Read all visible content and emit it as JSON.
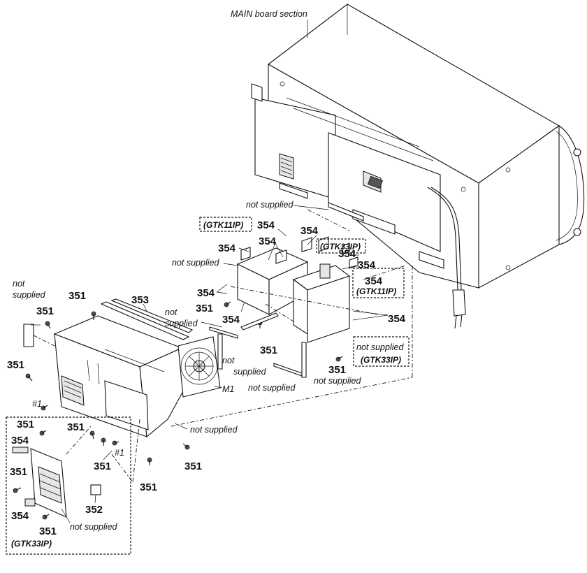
{
  "labels": {
    "main_board_section": "MAIN board section",
    "not_supplied": "not supplied",
    "not": "not",
    "supplied": "supplied",
    "gtk11ip": "(GTK11IP)",
    "gtk33ip": "(GTK33IP)",
    "m1": "M1",
    "hash1": "#1"
  },
  "parts": {
    "p351": "351",
    "p352": "352",
    "p353": "353",
    "p354": "354"
  }
}
